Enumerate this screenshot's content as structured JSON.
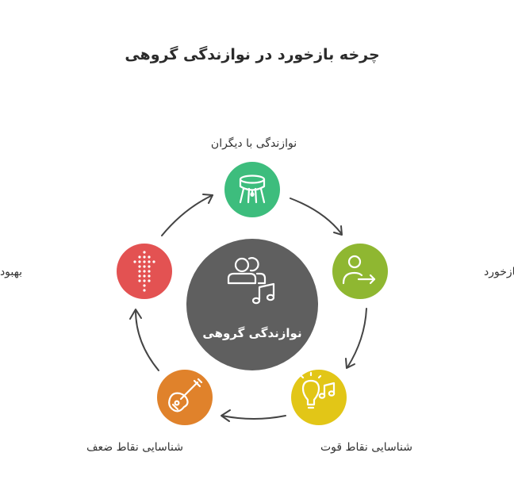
{
  "title": "چرخه بازخورد در نوازندگی گروهی",
  "center": {
    "label": "نوازندگی گروهی",
    "color": "#5f5f5f"
  },
  "nodes": [
    {
      "id": "play-with-others",
      "label": "نوازندگی با دیگران",
      "color": "#3dbd7d",
      "icon": "drum-icon"
    },
    {
      "id": "receive-feedback",
      "label": "دریافت بازخورد",
      "color": "#8fb731",
      "icon": "user-arrow-icon"
    },
    {
      "id": "identify-strengths",
      "label": "شناسایی نقاط قوت",
      "color": "#e2c617",
      "icon": "lightbulb-music-icon"
    },
    {
      "id": "identify-weaknesses",
      "label": "شناسایی نقاط ضعف",
      "color": "#e0822b",
      "icon": "guitar-icon"
    },
    {
      "id": "improve-skills",
      "label": "بهبود مهارت‌ها",
      "color": "#e35252",
      "icon": "arrow-up-dotted-icon"
    }
  ],
  "arrow_color": "#444444"
}
